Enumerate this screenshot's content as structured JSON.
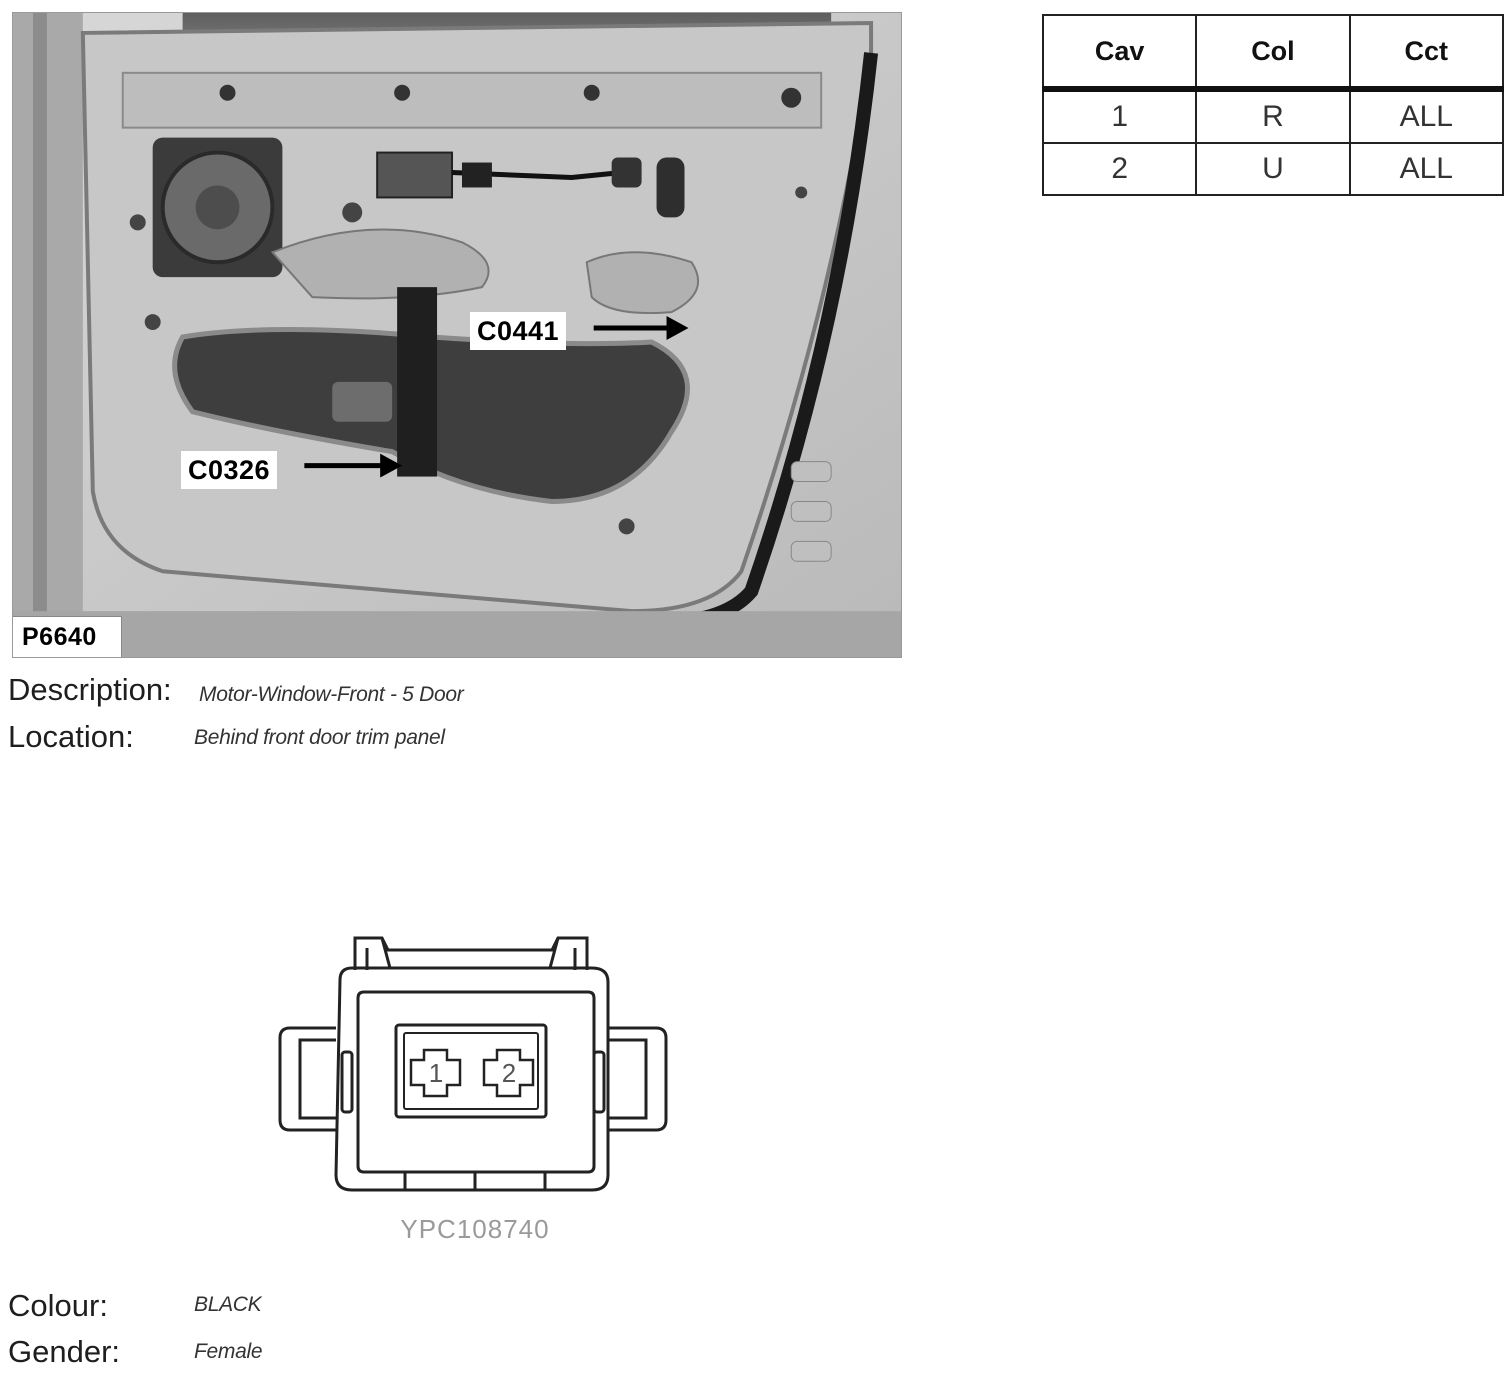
{
  "photo": {
    "id_label": "P6640",
    "callouts": [
      {
        "label": "C0441"
      },
      {
        "label": "C0326"
      }
    ]
  },
  "pinout_table": {
    "headers": [
      "Cav",
      "Col",
      "Cct"
    ],
    "rows": [
      [
        "1",
        "R",
        "ALL"
      ],
      [
        "2",
        "U",
        "ALL"
      ]
    ]
  },
  "description": {
    "label": "Description:",
    "value": "Motor-Window-Front - 5 Door"
  },
  "location": {
    "label": "Location:",
    "value": "Behind front door trim panel"
  },
  "connector": {
    "cavities": [
      "1",
      "2"
    ],
    "part_number": "YPC108740"
  },
  "colour": {
    "label": "Colour:",
    "value": "BLACK"
  },
  "gender": {
    "label": "Gender:",
    "value": "Female"
  }
}
